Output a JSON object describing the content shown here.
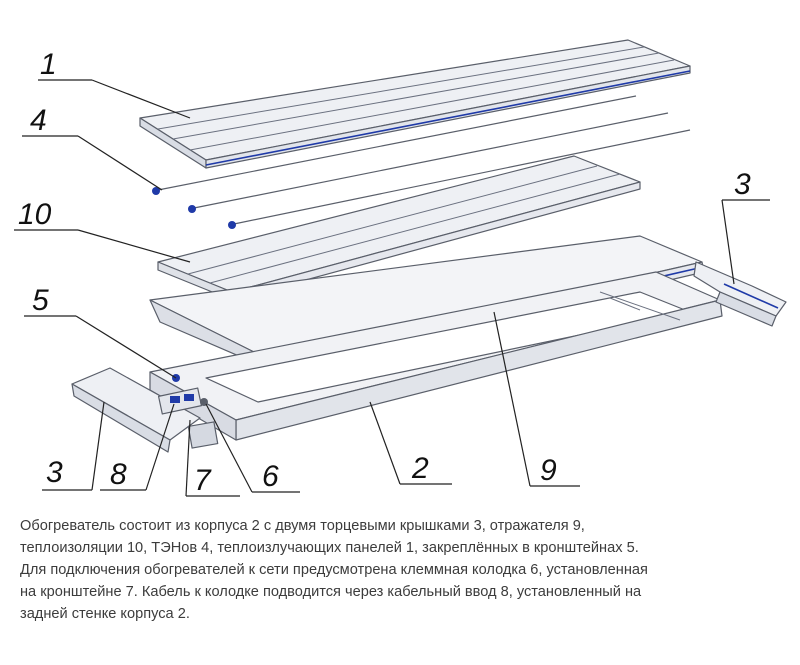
{
  "callouts": {
    "c1": "1",
    "c4": "4",
    "c10": "10",
    "c5": "5",
    "c3_right": "3",
    "c3_left": "3",
    "c8": "8",
    "c7": "7",
    "c6": "6",
    "c2": "2",
    "c9": "9"
  },
  "caption": {
    "lines": [
      "Обогреватель состоит из корпуса 2 с двумя торцевыми крышками 3, отражателя 9,",
      "теплоизоляции 10, ТЭНов 4, теплоизлучающих панелей 1, закреплённых в кронштейнах 5.",
      "Для подключения обогревателей к сети предусмотрена клеммная колодка 6, установленная",
      "на кронштейне 7. Кабель к колодке подводится через кабельный ввод 8, установленный на",
      "задней стенке корпуса 2."
    ]
  },
  "colors": {
    "outline": "#5a5f6a",
    "panel_fill": "#eef0f4",
    "edge_blue": "#1f3aa8",
    "text": "#3c3c3c"
  }
}
